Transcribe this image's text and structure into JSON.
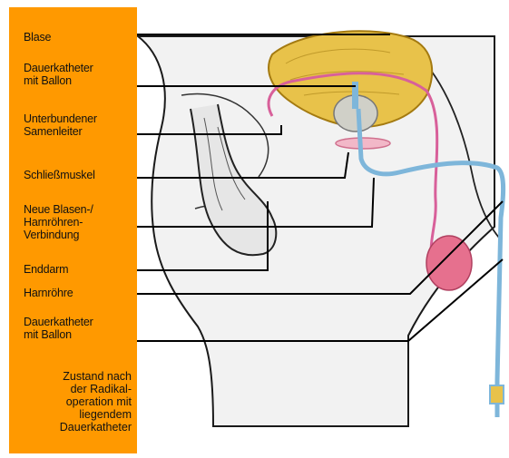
{
  "sidebar": {
    "background": "#FF9900",
    "labels": [
      {
        "id": "blase",
        "lines": [
          "Blase"
        ]
      },
      {
        "id": "dauerkatheter-top",
        "lines": [
          "Dauerkatheter",
          "mit Ballon"
        ]
      },
      {
        "id": "samenleiter",
        "lines": [
          "Unterbundener",
          "Samenleiter"
        ]
      },
      {
        "id": "schliessmuskel",
        "lines": [
          "Schließmuskel"
        ]
      },
      {
        "id": "verbindung",
        "lines": [
          "Neue Blasen-/",
          "Harnröhren-",
          "Verbindung"
        ]
      },
      {
        "id": "enddarm",
        "lines": [
          "Enddarm"
        ]
      },
      {
        "id": "harnroehre",
        "lines": [
          "Harnröhre"
        ]
      },
      {
        "id": "dauerkatheter-bottom",
        "lines": [
          "Dauerkatheter",
          "mit Ballon"
        ]
      }
    ],
    "caption": [
      "Zustand nach",
      "der Radikal-",
      "operation mit",
      "liegendem",
      "Dauerkatheter"
    ]
  },
  "colors": {
    "bladder": "#E8C24A",
    "vas_deferens": "#D8609A",
    "catheter": "#7EB6DA",
    "testis": "#E6708E",
    "body_line": "#1a1a1a",
    "pointer_line": "#000000"
  }
}
